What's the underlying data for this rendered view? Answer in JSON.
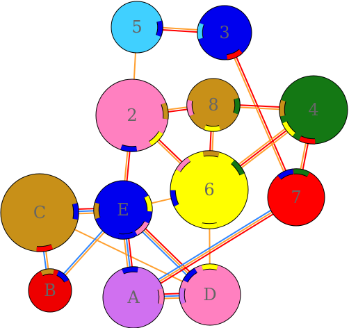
{
  "colors": {
    "red": "#ff0000",
    "orange": "#ffa030",
    "blue": "#2f86ff",
    "light_blue": "#3ec8f8"
  },
  "nodes": [
    {
      "id": "5",
      "label": "5",
      "fill": "#40d0ff"
    },
    {
      "id": "3",
      "label": "3",
      "fill": "#0000ee"
    },
    {
      "id": "2",
      "label": "2",
      "fill": "#ff80c0"
    },
    {
      "id": "8",
      "label": "8",
      "fill": "#c89018"
    },
    {
      "id": "4",
      "label": "4",
      "fill": "#147814"
    },
    {
      "id": "6",
      "label": "6",
      "fill": "#ffff00"
    },
    {
      "id": "7",
      "label": "7",
      "fill": "#ff0000"
    },
    {
      "id": "C",
      "label": "C",
      "fill": "#c89018"
    },
    {
      "id": "E",
      "label": "E",
      "fill": "#0000ee"
    },
    {
      "id": "B",
      "label": "B",
      "fill": "#ee0000"
    },
    {
      "id": "A",
      "label": "A",
      "fill": "#d070f0"
    },
    {
      "id": "D",
      "label": "D",
      "fill": "#ff80c0"
    }
  ],
  "edges": [
    {
      "from": "5",
      "to": "3",
      "colors": [
        "orange",
        "red"
      ]
    },
    {
      "from": "5",
      "to": "2",
      "colors": [
        "orange"
      ]
    },
    {
      "from": "3",
      "to": "7",
      "colors": [
        "red",
        "orange"
      ]
    },
    {
      "from": "2",
      "to": "8",
      "colors": [
        "orange",
        "red"
      ]
    },
    {
      "from": "2",
      "to": "E",
      "colors": [
        "red",
        "orange"
      ]
    },
    {
      "from": "2",
      "to": "6",
      "colors": [
        "red",
        "orange"
      ]
    },
    {
      "from": "8",
      "to": "4",
      "colors": [
        "red",
        "orange"
      ]
    },
    {
      "from": "8",
      "to": "6",
      "colors": [
        "orange",
        "red"
      ]
    },
    {
      "from": "4",
      "to": "6",
      "colors": [
        "orange",
        "red",
        "orange"
      ]
    },
    {
      "from": "4",
      "to": "7",
      "colors": [
        "red",
        "orange"
      ]
    },
    {
      "from": "C",
      "to": "E",
      "colors": [
        "red",
        "blue",
        "orange"
      ]
    },
    {
      "from": "C",
      "to": "B",
      "colors": [
        "orange",
        "blue"
      ]
    },
    {
      "from": "C",
      "to": "D",
      "colors": [
        "orange"
      ]
    },
    {
      "from": "E",
      "to": "6",
      "colors": [
        "orange"
      ]
    },
    {
      "from": "E",
      "to": "B",
      "colors": [
        "orange",
        "blue"
      ]
    },
    {
      "from": "E",
      "to": "A",
      "colors": [
        "red",
        "blue",
        "orange"
      ]
    },
    {
      "from": "E",
      "to": "D",
      "colors": [
        "red",
        "orange",
        "blue"
      ]
    },
    {
      "from": "6",
      "to": "D",
      "colors": [
        "orange"
      ]
    },
    {
      "from": "7",
      "to": "A",
      "colors": [
        "red",
        "orange",
        "blue"
      ]
    },
    {
      "from": "A",
      "to": "D",
      "colors": [
        "red",
        "blue",
        "orange"
      ]
    }
  ],
  "ports": [
    {
      "node": "5",
      "toward": "3",
      "color": "#0000ee"
    },
    {
      "node": "3",
      "toward": "5",
      "color": "#40d0ff"
    },
    {
      "node": "3",
      "toward": "7",
      "color": "#ff0000"
    },
    {
      "node": "2",
      "toward": "8",
      "color": "#c89018"
    },
    {
      "node": "2",
      "toward": "E",
      "color": "#0000ee"
    },
    {
      "node": "2",
      "toward": "6",
      "color": "#ffff00"
    },
    {
      "node": "8",
      "toward": "2",
      "color": "#ff80c0"
    },
    {
      "node": "8",
      "toward": "4",
      "color": "#147814"
    },
    {
      "node": "8",
      "toward": "6",
      "color": "#ffff00"
    },
    {
      "node": "4",
      "toward": "8",
      "color": "#c89018"
    },
    {
      "node": "4",
      "toward": "6",
      "color": "#ffff00"
    },
    {
      "node": "4",
      "toward": "7",
      "color": "#ff0000"
    },
    {
      "node": "6",
      "toward": "2",
      "color": "#ff80c0"
    },
    {
      "node": "6",
      "toward": "8",
      "color": "#c89018"
    },
    {
      "node": "6",
      "toward": "4",
      "color": "#147814"
    },
    {
      "node": "6",
      "toward": "E",
      "color": "#0000ee"
    },
    {
      "node": "6",
      "toward": "D",
      "color": "#ffff00"
    },
    {
      "node": "7",
      "toward": "3",
      "color": "#0000ee"
    },
    {
      "node": "7",
      "toward": "4",
      "color": "#147814"
    },
    {
      "node": "C",
      "toward": "E",
      "color": "#0000ee"
    },
    {
      "node": "C",
      "toward": "B",
      "color": "#ff0000"
    },
    {
      "node": "E",
      "toward": "C",
      "color": "#c89018"
    },
    {
      "node": "E",
      "toward": "6",
      "color": "#ffff00"
    },
    {
      "node": "E",
      "toward": "D",
      "color": "#ff80c0"
    },
    {
      "node": "E",
      "toward": "A",
      "color": "#0000ee"
    },
    {
      "node": "B",
      "toward": "C",
      "color": "#c89018"
    },
    {
      "node": "B",
      "toward": "E",
      "color": "#0000ee"
    },
    {
      "node": "A",
      "toward": "E",
      "color": "#0000ee"
    },
    {
      "node": "A",
      "toward": "D",
      "color": "#ff80c0"
    },
    {
      "node": "D",
      "toward": "A",
      "color": "#d070f0"
    },
    {
      "node": "D",
      "toward": "E",
      "color": "#0000ee"
    },
    {
      "node": "D",
      "toward": "6",
      "color": "#ffff00"
    }
  ]
}
